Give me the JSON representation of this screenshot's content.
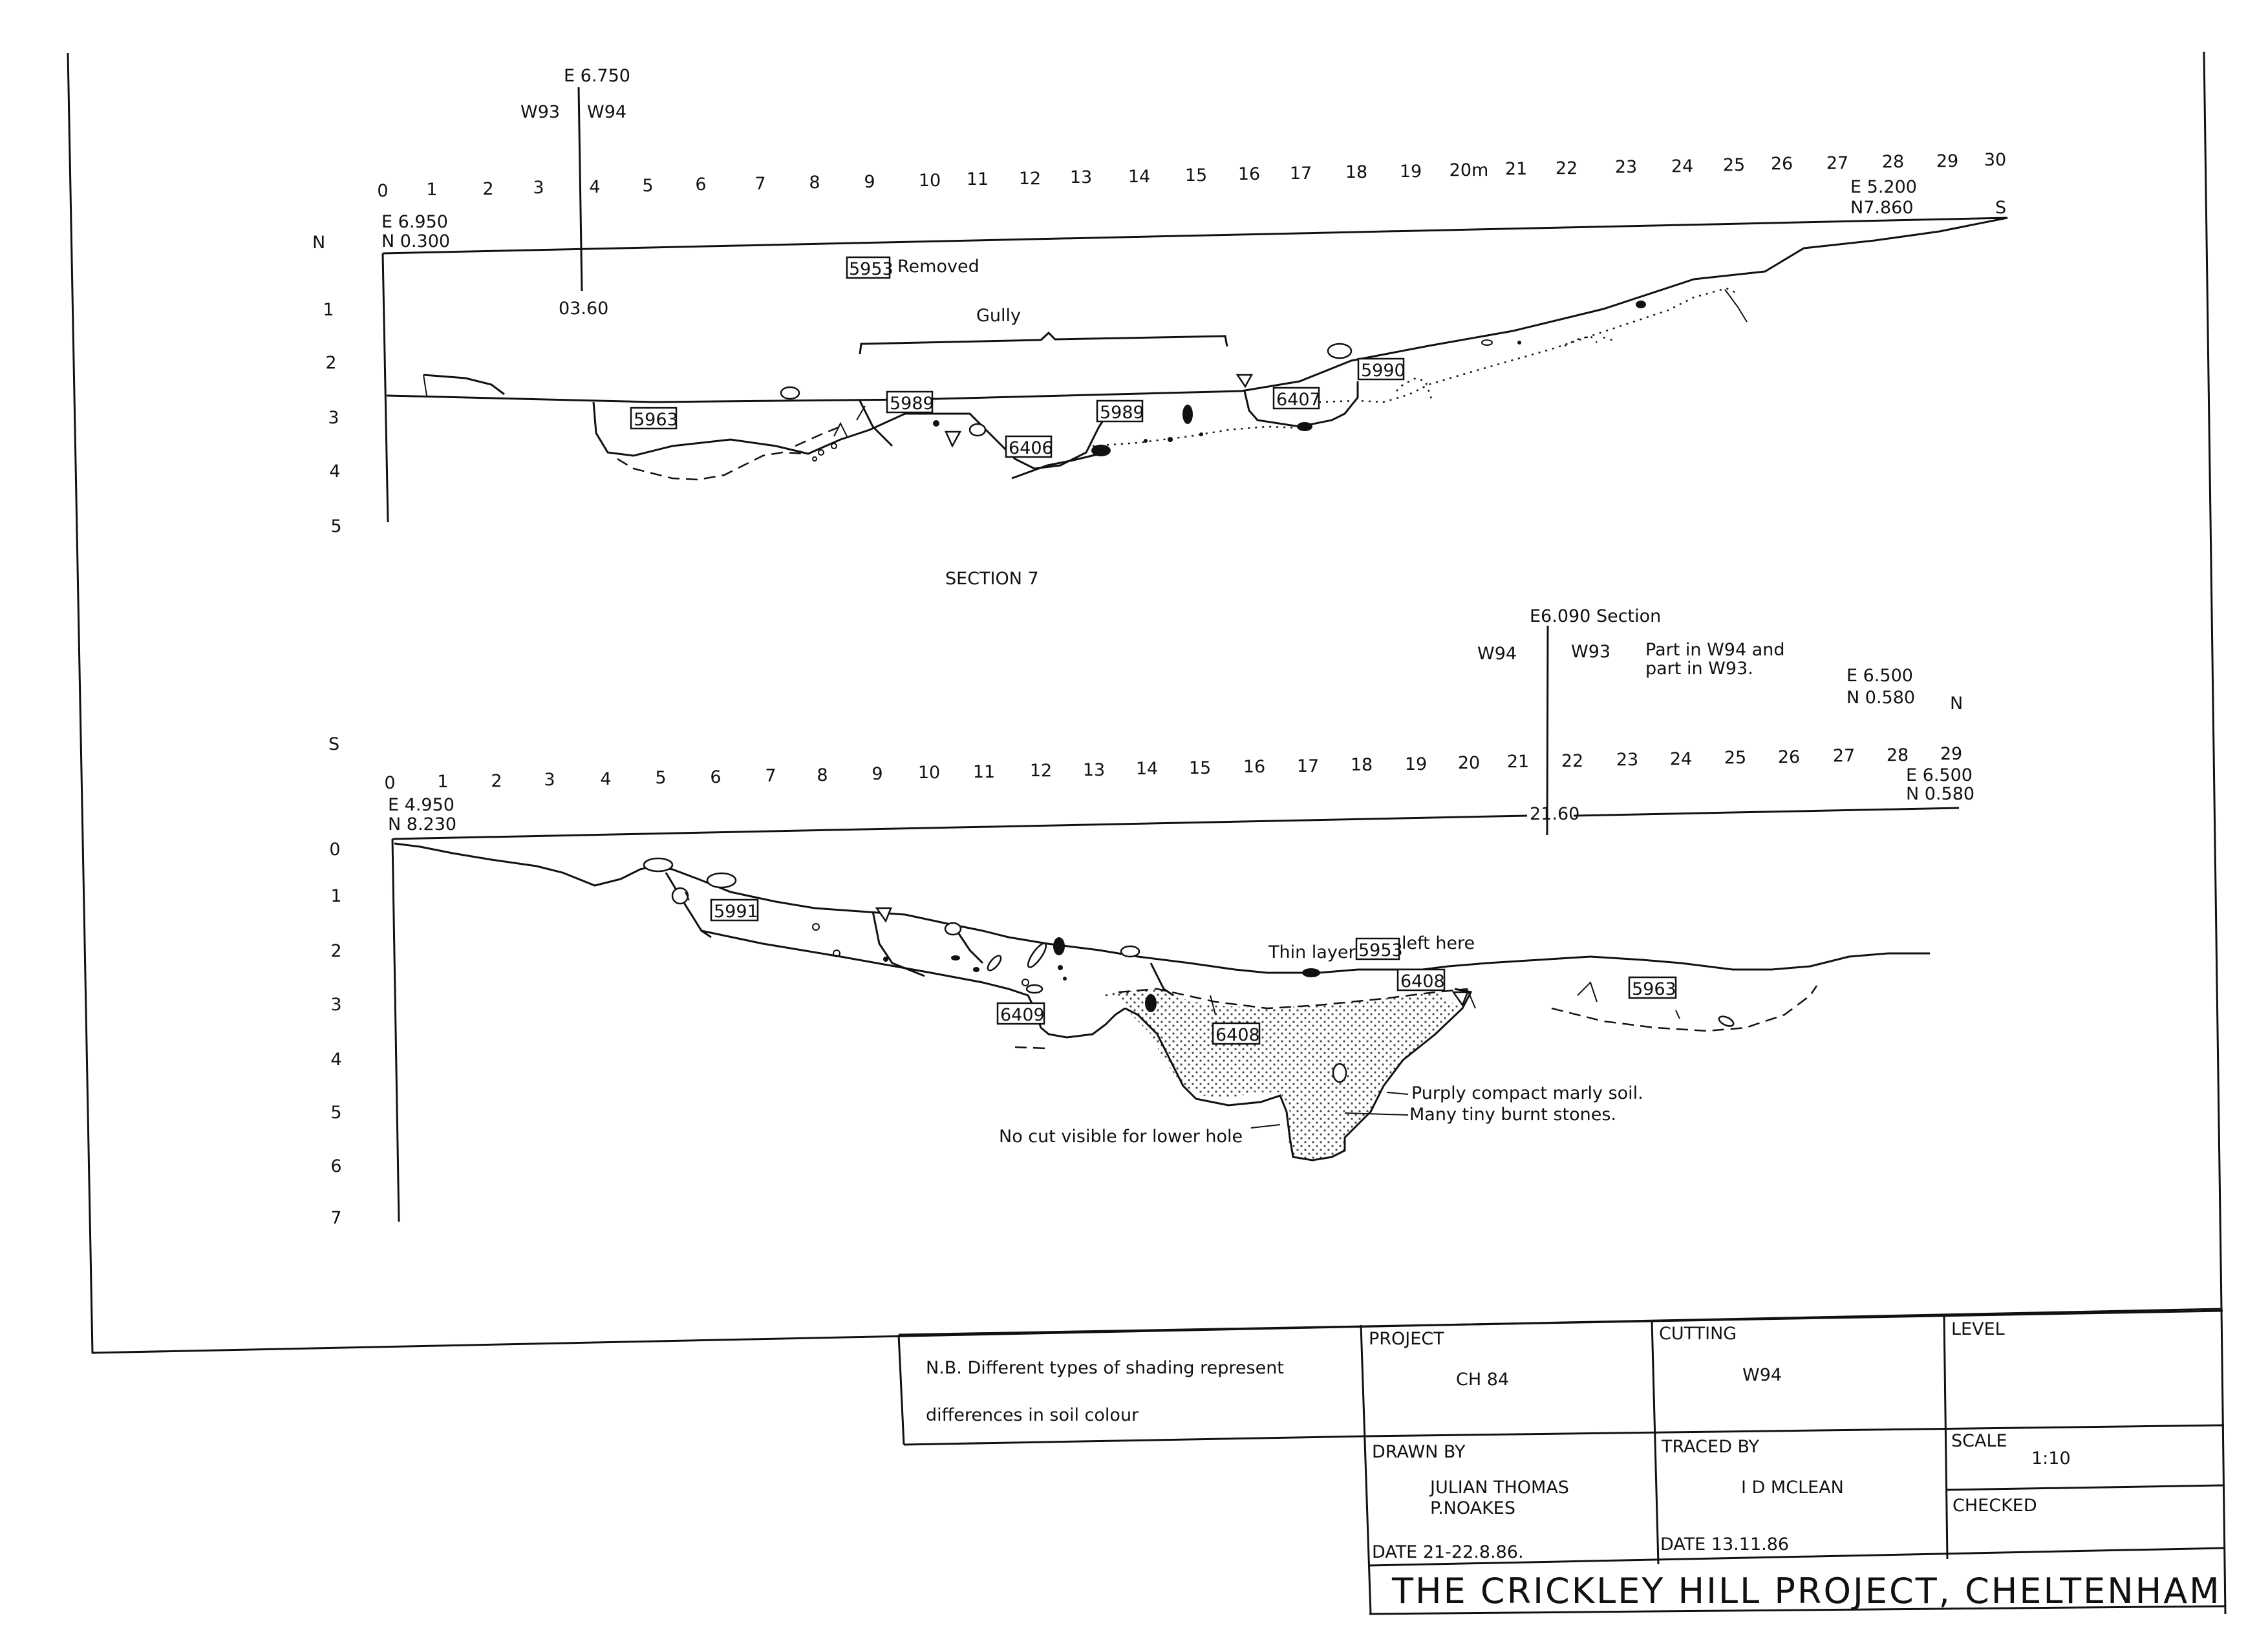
{
  "top_section": {
    "marker_e": "E 6.750",
    "marker_w93": "W93",
    "marker_w94": "W94",
    "marker_bottom": "03.60",
    "start_e": "E 6.950",
    "start_n": "N 0.300",
    "end_e": "E 5.200",
    "end_n": "N7.860",
    "end_dir": "S",
    "start_dir": "N",
    "ticks_x": [
      "0",
      "1",
      "2",
      "3",
      "4",
      "5",
      "6",
      "7",
      "8",
      "9",
      "10",
      "11",
      "12",
      "13",
      "14",
      "15",
      "16",
      "17",
      "18",
      "19",
      "20m",
      "21",
      "22",
      "23",
      "24",
      "25",
      "26",
      "27",
      "28",
      "29",
      "30"
    ],
    "ticks_y": [
      "1",
      "2",
      "3",
      "4",
      "5"
    ],
    "removed_code": "5953",
    "removed_text": "Removed",
    "gully_label": "Gully",
    "layers": [
      "5963",
      "5989",
      "6406",
      "5989",
      "6407",
      "5990"
    ]
  },
  "section_title": "SECTION 7",
  "bottom_section": {
    "marker_e": "E6.090 Section",
    "marker_w94": "W94",
    "marker_w93": "W93",
    "part_note_1": "Part  in W94  and",
    "part_note_2": "part  in W93.",
    "end_e_top": "E 6.500",
    "end_n_top": "N 0.580",
    "end_dir": "N",
    "start_dir": "S",
    "start_e": "E 4.950",
    "start_n": "N 8.230",
    "end_e": "E 6.500",
    "end_n": "N 0.580",
    "marker_bottom": "21.60",
    "ticks_x": [
      "0",
      "1",
      "2",
      "3",
      "4",
      "5",
      "6",
      "7",
      "8",
      "9",
      "10",
      "11",
      "12",
      "13",
      "14",
      "15",
      "16",
      "17",
      "18",
      "19",
      "20",
      "21",
      "22",
      "23",
      "24",
      "25",
      "26",
      "27",
      "28",
      "29"
    ],
    "ticks_y": [
      "0",
      "1",
      "2",
      "3",
      "4",
      "5",
      "6",
      "7"
    ],
    "layers": [
      "5991",
      "6409",
      "6408",
      "6408",
      "5963"
    ],
    "thin_layer_before": "Thin layer",
    "thin_layer_code": "5953",
    "thin_layer_after": "left here",
    "soil_note_1": "Purply compact marly soil.",
    "soil_note_2": "Many tiny burnt  stones.",
    "no_cut_note": "No cut visible for lower hole"
  },
  "title_block": {
    "note_line_1": "N.B.  Different  types of  shading  represent",
    "note_line_2": "differences  in  soil  colour",
    "project_label": "PROJECT",
    "project_value": "CH 84",
    "cutting_label": "CUTTING",
    "cutting_value": "W94",
    "level_label": "LEVEL",
    "drawn_label": "DRAWN BY",
    "drawn_value_1": "JULIAN THOMAS",
    "drawn_value_2": "P.NOAKES",
    "drawn_date": "DATE  21-22.8.86.",
    "traced_label": "TRACED BY",
    "traced_value": "I D MCLEAN",
    "traced_date": "DATE  13.11.86",
    "scale_label": "SCALE",
    "scale_value": "1:10",
    "checked_label": "CHECKED",
    "project_title": "THE CRICKLEY HILL PROJECT, CHELTENHAM"
  },
  "colors": {
    "ink": "#111111",
    "paper": "#ffffff",
    "stipple": "#555555"
  }
}
